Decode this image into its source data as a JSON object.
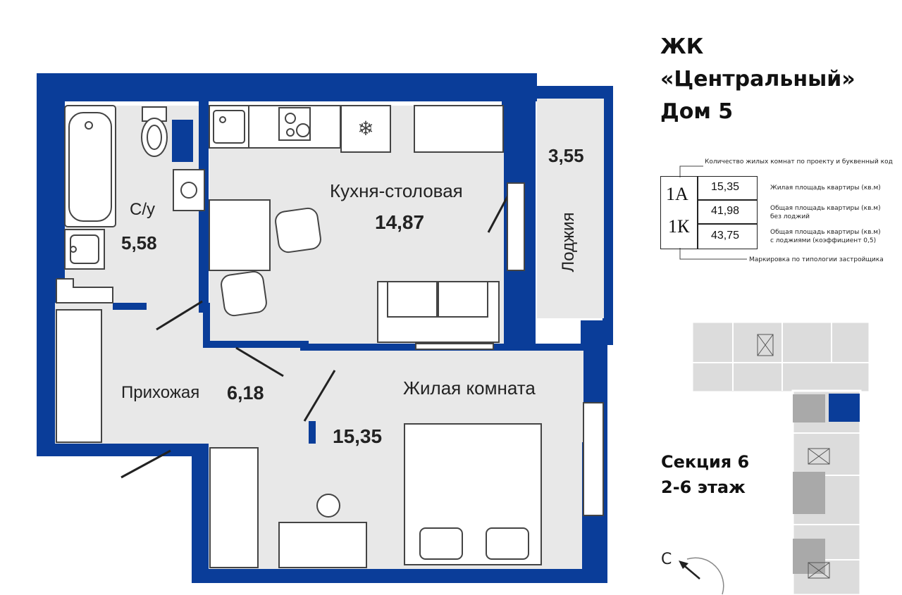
{
  "header": {
    "line1": "ЖК",
    "line2": "«Центральный»",
    "line3": "Дом 5"
  },
  "rooms": {
    "bathroom": {
      "name": "С/у",
      "area": "5,58"
    },
    "kitchen": {
      "name": "Кухня-столовая",
      "area": "14,87"
    },
    "loggia": {
      "name": "Лоджия",
      "area": "3,55"
    },
    "hallway": {
      "name": "Прихожая",
      "area": "6,18"
    },
    "living": {
      "name": "Жилая комната",
      "area": "15,35"
    }
  },
  "legend": {
    "top_note": "Количество жилых комнат по проекту и буквенный код",
    "code_top": "1А",
    "code_bottom": "1К",
    "rows": [
      {
        "value": "15,35",
        "desc1": "Жилая площадь квартиры (кв.м)",
        "desc2": ""
      },
      {
        "value": "41,98",
        "desc1": "Общая площадь квартиры (кв.м)",
        "desc2": "без лоджий"
      },
      {
        "value": "43,75",
        "desc1": "Общая площадь квартиры (кв.м)",
        "desc2": "с лоджиями (коэффициент 0,5)"
      }
    ],
    "bottom_note": "Маркировка по типологии застройщика"
  },
  "section": {
    "line1": "Секция 6",
    "line2": "2-6 этаж"
  },
  "compass": {
    "label": "С"
  },
  "colors": {
    "wall": "#0a3d99",
    "floor": "#e8e8e8",
    "highlight": "#0a3d99",
    "block": "#dcdcdc",
    "block_dark": "#a9a9a9"
  }
}
